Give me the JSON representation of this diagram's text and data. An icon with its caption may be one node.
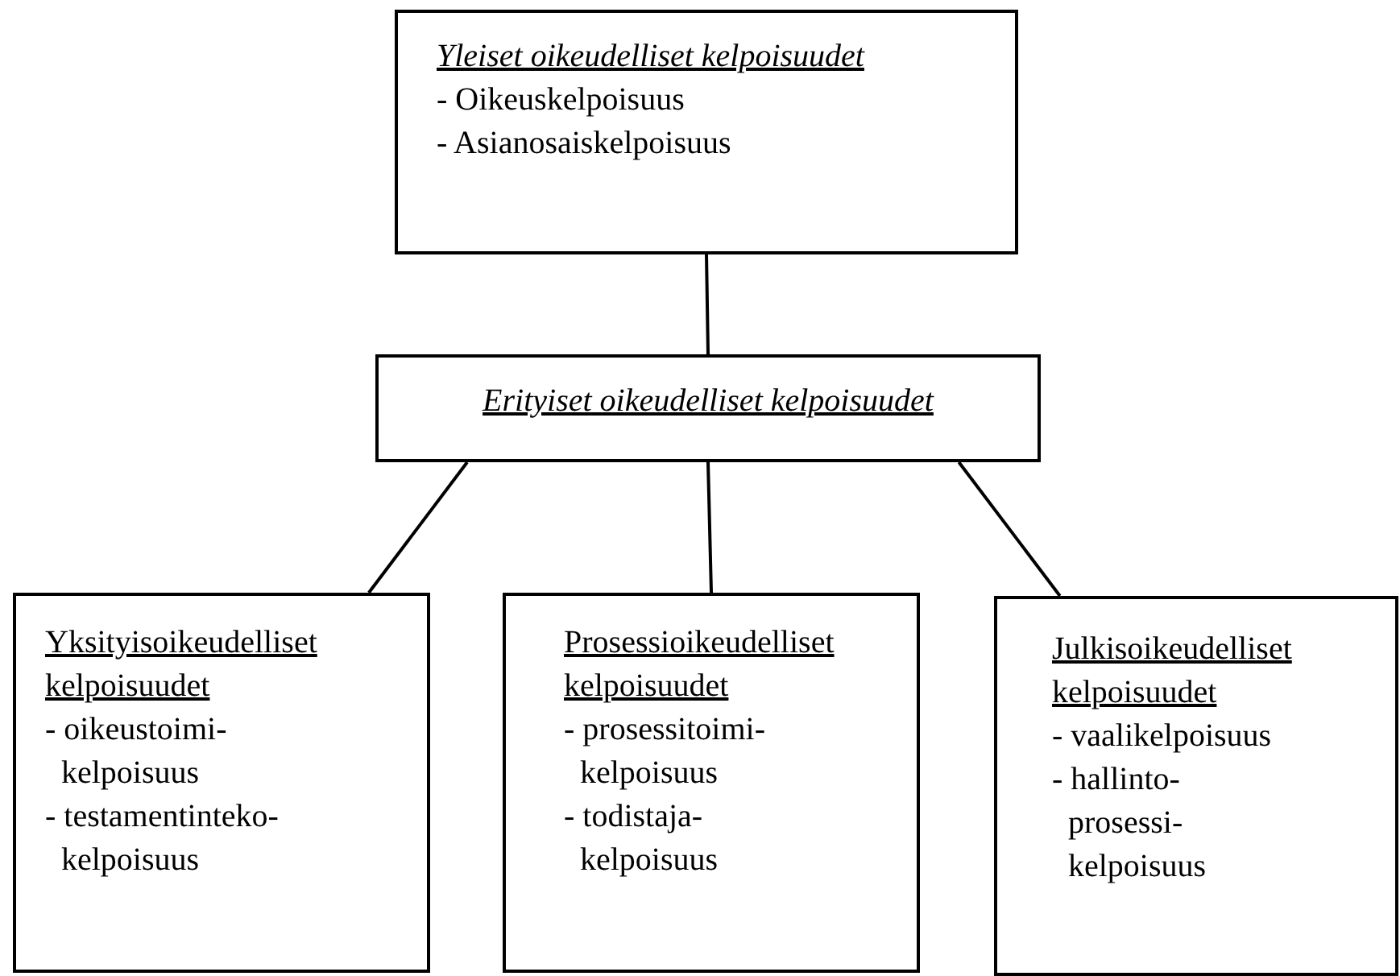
{
  "diagram": {
    "nodes": [
      {
        "text": [
          "Yleiset oikeudelliset kelpoisuudet",
          "- Oikeuskelpoisuus",
          "- Asianosaiskelpoisuus"
        ]
      },
      {
        "text": [
          "Erityiset oikeudelliset kelpoisuudet"
        ]
      },
      {
        "text": [
          "Yksityisoikeudelliset kelpoisuudet",
          "- oikeustoimi- kelpoisuus",
          "- testamentinteko- kelpoisuus"
        ]
      },
      {
        "text": [
          "Prosessioikeudelliset kelpoisuudet",
          "- prosessitoimi- kelpoisuus",
          "- todistaja- kelpoisuus"
        ]
      },
      {
        "text": [
          "Julkisoikeudelliset kelpoisuudet",
          "- vaalikelpoisuus",
          "- hallinto- prosessi- kelpoisuus"
        ]
      }
    ],
    "edges": [
      {
        "from": 0,
        "to": 1,
        "arrow": "none"
      },
      {
        "from": 1,
        "to": 2,
        "arrow": "none"
      },
      {
        "from": 1,
        "to": 3,
        "arrow": "none"
      },
      {
        "from": 1,
        "to": 4,
        "arrow": "none"
      }
    ]
  }
}
